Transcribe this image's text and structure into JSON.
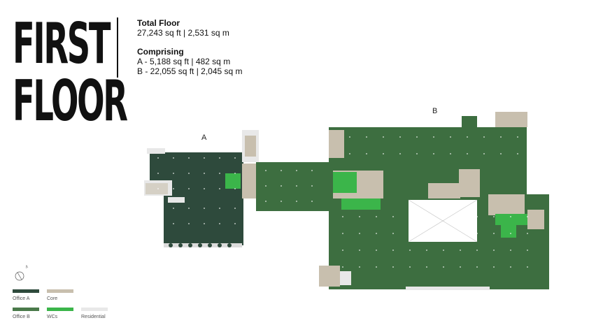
{
  "title": {
    "line1": "FIRST",
    "line2": "FLOOR"
  },
  "total_floor": {
    "heading": "Total Floor",
    "value": "27,243 sq ft | 2,531 sq m"
  },
  "comprising": {
    "heading": "Comprising",
    "a": "A - 5,188 sq ft | 482 sq m",
    "b": "B - 22,055 sq ft | 2,045 sq m"
  },
  "plan_labels": {
    "a": "A",
    "b": "B"
  },
  "compass": {
    "label": "N"
  },
  "legend": [
    {
      "label": "Office A",
      "color": "#2e4a3c"
    },
    {
      "label": "Core",
      "color": "#c8bfae"
    },
    {
      "label": "Office B",
      "color": "#4a7a4a"
    },
    {
      "label": "WCs",
      "color": "#3bb54a"
    },
    {
      "label": "Residential",
      "color": "#e8e8e8"
    }
  ],
  "colors": {
    "office_a": "#2e4a3c",
    "office_b": "#3d6e40",
    "office_b_mid": "#4a7a4a",
    "core": "#c8bfae",
    "wc": "#3bb54a",
    "residential": "#e8e8e8"
  }
}
